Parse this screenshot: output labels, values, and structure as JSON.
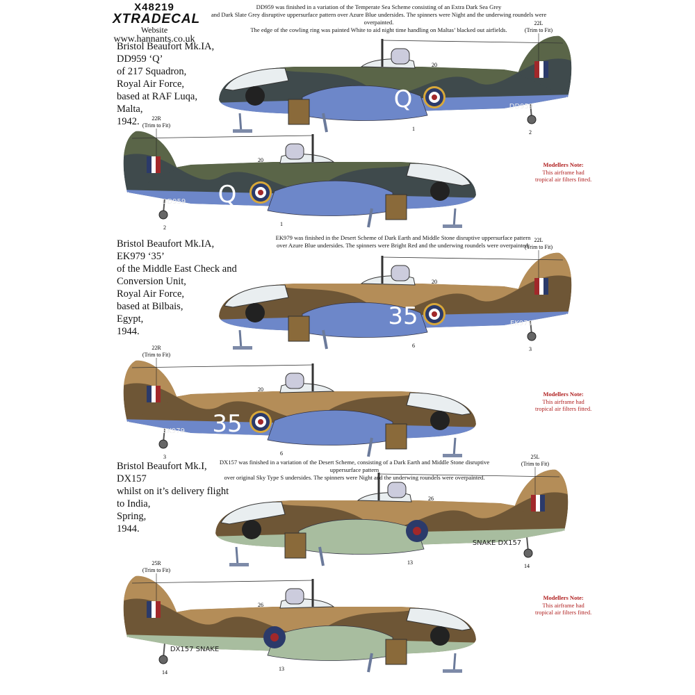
{
  "logo": {
    "product_code": "X48219",
    "brand": "XTRADECAL",
    "website_label": "Website",
    "url": "www.hannants.co.uk"
  },
  "colors": {
    "azure_blue": "#6d87c9",
    "sky_type_s": "#a8bd9f",
    "extra_dark_sea_grey": "#3f4a4c",
    "dark_slate_grey": "#5a6548",
    "dark_earth": "#6e5636",
    "middle_stone": "#b48d58",
    "roundel_blue": "#2b3a6a",
    "roundel_red": "#a1282a",
    "roundel_yellow": "#d8a83a",
    "note_red": "#b02020"
  },
  "schemes": [
    {
      "title_lines": [
        "Bristol Beaufort Mk.IA,",
        "DD959 ‘Q’",
        "of 217 Squadron,",
        "Royal Air Force,",
        "based at RAF Luqa,",
        "Malta,",
        "1942."
      ],
      "description_lines": [
        "DD959 was finished in a variation of the Temperate Sea Scheme consisting of an Extra Dark Sea Grey",
        "and Dark Slate Grey disruptive uppersurface pattern over Azure Blue undersides. The spinners were Night and the underwing roundels were overpainted.",
        "The edge of the cowling ring was painted White to aid night time handling on Maltas’ blacked out airfields."
      ],
      "profiles": [
        {
          "side": "left",
          "serial": "DD959",
          "code": "Q",
          "callouts": [
            "20",
            "1",
            "2",
            "22L",
            "(Trim to Fit)"
          ]
        },
        {
          "side": "right",
          "serial": "DD959",
          "code": "Q",
          "callouts": [
            "20",
            "1",
            "2",
            "22R",
            "(Trim to Fit)"
          ]
        }
      ],
      "note": {
        "heading": "Modellers Note:",
        "lines": [
          "This airframe had",
          "tropical air filters fitted."
        ]
      }
    },
    {
      "title_lines": [
        "Bristol Beaufort Mk.IA,",
        "EK979 ‘35’",
        "of the Middle East Check and",
        "Conversion Unit,",
        "Royal Air Force,",
        "based at Bilbais,",
        "Egypt,",
        "1944."
      ],
      "description_lines": [
        "EK979 was finished in the Desert Scheme of Dark Earth and Middle Stone disruptive uppersurface pattern",
        "over Azure Blue undersides. The spinners were Bright Red and the underwing roundels were overpainted."
      ],
      "profiles": [
        {
          "side": "left",
          "serial": "EK979",
          "code": "35",
          "callouts": [
            "20",
            "6",
            "3",
            "22L",
            "(Trim to Fit)"
          ]
        },
        {
          "side": "right",
          "serial": "EK979",
          "code": "35",
          "callouts": [
            "20",
            "6",
            "3",
            "22R",
            "(Trim to Fit)"
          ]
        }
      ],
      "note": {
        "heading": "Modellers Note:",
        "lines": [
          "This airframe had",
          "tropical air filters fitted."
        ]
      }
    },
    {
      "title_lines": [
        "Bristol Beaufort Mk.I,",
        "DX157",
        "whilst on it’s delivery flight",
        "to India,",
        "Spring,",
        "1944."
      ],
      "description_lines": [
        "DX157 was finished in a variation of the Desert Scheme, consisting of a Dark Earth and Middle Stone disruptive uppersurface pattern",
        "over original Sky Type S undersides. The spinners were Night and the underwing roundels were overpainted."
      ],
      "profiles": [
        {
          "side": "left",
          "serial": "SNAKE DX157",
          "code": "",
          "callouts": [
            "26",
            "13",
            "14",
            "25L",
            "(Trim to Fit)"
          ]
        },
        {
          "side": "right",
          "serial": "DX157 SNAKE",
          "code": "",
          "callouts": [
            "26",
            "13",
            "14",
            "25R",
            "(Trim to Fit)"
          ]
        }
      ],
      "note": {
        "heading": "Modellers Note:",
        "lines": [
          "This airframe had",
          "tropical air filters fitted."
        ]
      }
    }
  ]
}
